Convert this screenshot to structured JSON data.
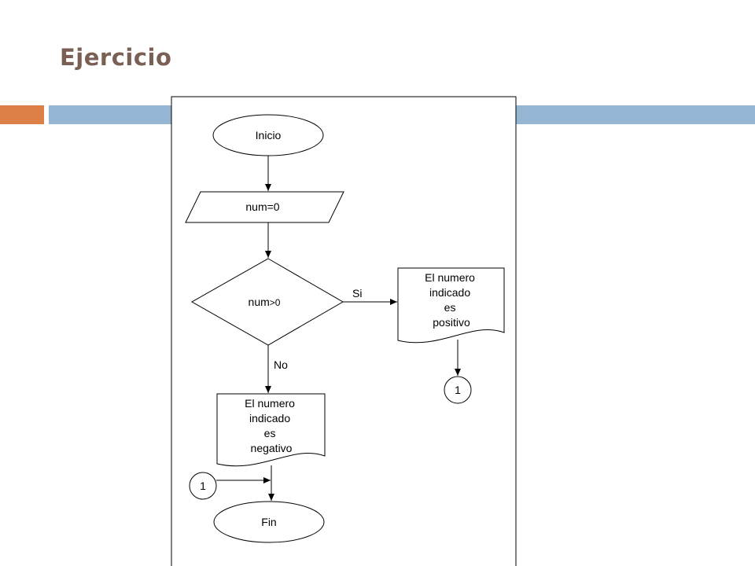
{
  "slide": {
    "title": "Ejercicio"
  },
  "theme": {
    "accent_orange": "#dd8047",
    "accent_blue": "#94b6d2",
    "title_color": "#7a5f55"
  },
  "flowchart": {
    "start": "Inicio",
    "input": "num=0",
    "decision": {
      "label_main": "num",
      "label_op": ">0"
    },
    "branch_yes": "Si",
    "branch_no": "No",
    "output_positive": [
      "El numero",
      "indicado",
      "es",
      "positivo"
    ],
    "output_negative": [
      "El numero",
      "indicado",
      "es",
      "negativo"
    ],
    "connector_out": "1",
    "connector_in": "1",
    "end": "Fin"
  }
}
